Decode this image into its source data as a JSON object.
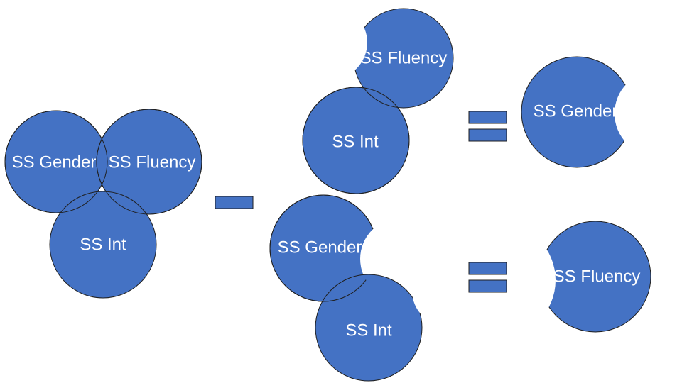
{
  "colors": {
    "fill": "#4472C4",
    "stroke": "#1f1f1f",
    "text": "#ffffff",
    "background": "#ffffff"
  },
  "venn": {
    "gender_label": "SS Gender",
    "fluency_label": "SS Fluency",
    "int_label": "SS Int"
  },
  "minus_sign": "−",
  "top_pair": {
    "fluency_label": "SS Fluency",
    "int_label": "SS Int"
  },
  "bottom_pair": {
    "gender_label": "SS Gender",
    "int_label": "SS Int"
  },
  "equals_sign": "=",
  "result_top": {
    "label": "SS Gender"
  },
  "result_bottom": {
    "label": "SS Fluency"
  }
}
